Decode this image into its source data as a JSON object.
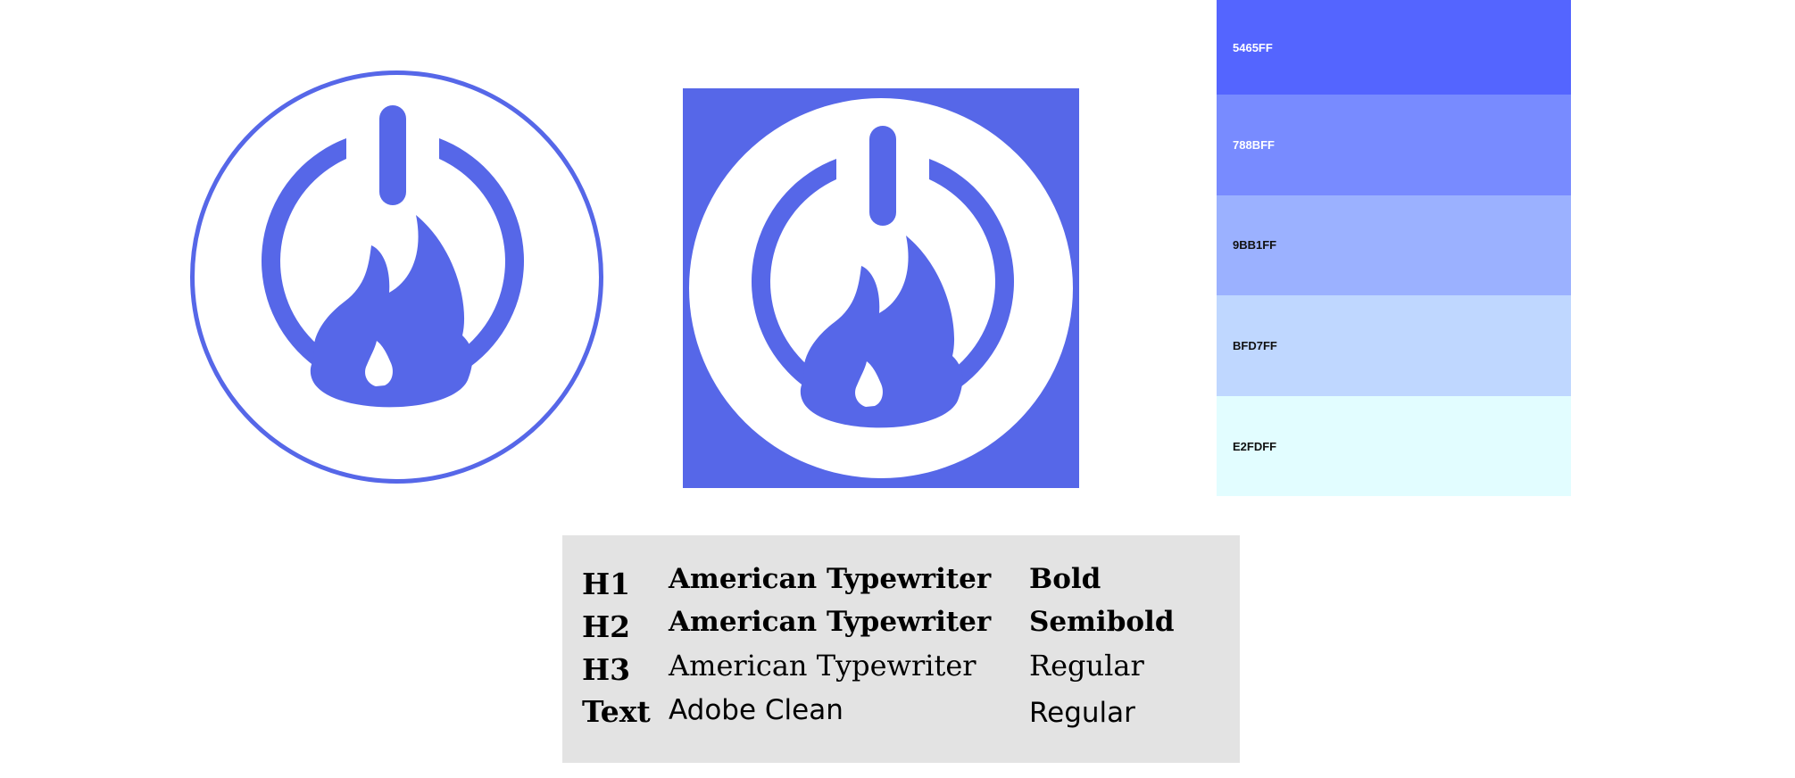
{
  "brand": {
    "primary_color": "#5667E8",
    "logo_variants": [
      "circle-outline-logo",
      "square-filled-logo"
    ],
    "icon": "power-flame-icon"
  },
  "palette": {
    "swatches": [
      {
        "label": "5465FF",
        "color": "#5465FF",
        "text_color": "#FFFFFF"
      },
      {
        "label": "788BFF",
        "color": "#788BFF",
        "text_color": "#FFFFFF"
      },
      {
        "label": "9BB1FF",
        "color": "#9BB1FF",
        "text_color": "#111111"
      },
      {
        "label": "BFD7FF",
        "color": "#BFD7FF",
        "text_color": "#111111"
      },
      {
        "label": "E2FDFF",
        "color": "#E2FDFF",
        "text_color": "#111111"
      }
    ]
  },
  "typography": {
    "rows": [
      {
        "level": "H1",
        "family": "American Typewriter",
        "weight": "Bold"
      },
      {
        "level": "H2",
        "family": "American Typewriter",
        "weight": "Semibold"
      },
      {
        "level": "H3",
        "family": "American Typewriter",
        "weight": "Regular"
      },
      {
        "level": "Text",
        "family": "Adobe Clean",
        "weight": "Regular"
      }
    ]
  }
}
